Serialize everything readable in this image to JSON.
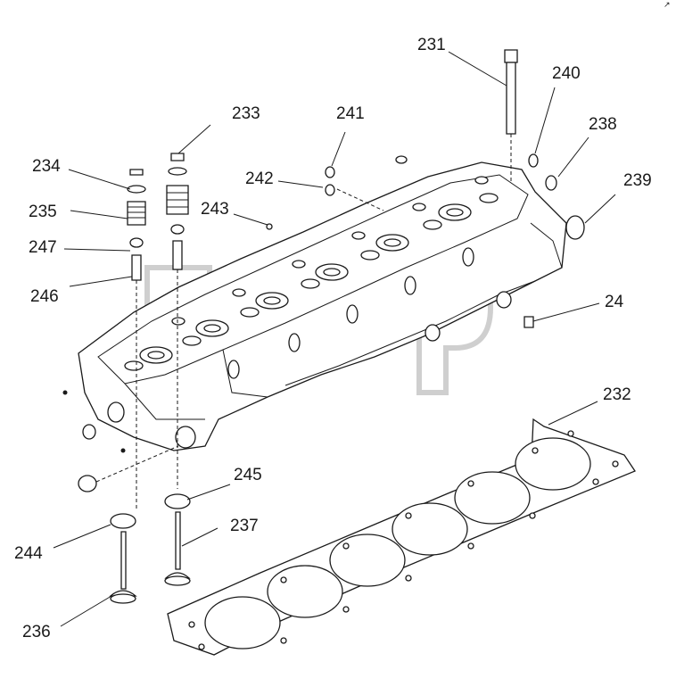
{
  "callouts": {
    "c231": "231",
    "c233": "233",
    "c240": "240",
    "c241": "241",
    "c238": "238",
    "c234": "234",
    "c242": "242",
    "c239": "239",
    "c235": "235",
    "c243": "243",
    "c247": "247",
    "c246": "246",
    "c24": "24",
    "c232": "232",
    "c245": "245",
    "c237": "237",
    "c244": "244",
    "c236": "236"
  }
}
